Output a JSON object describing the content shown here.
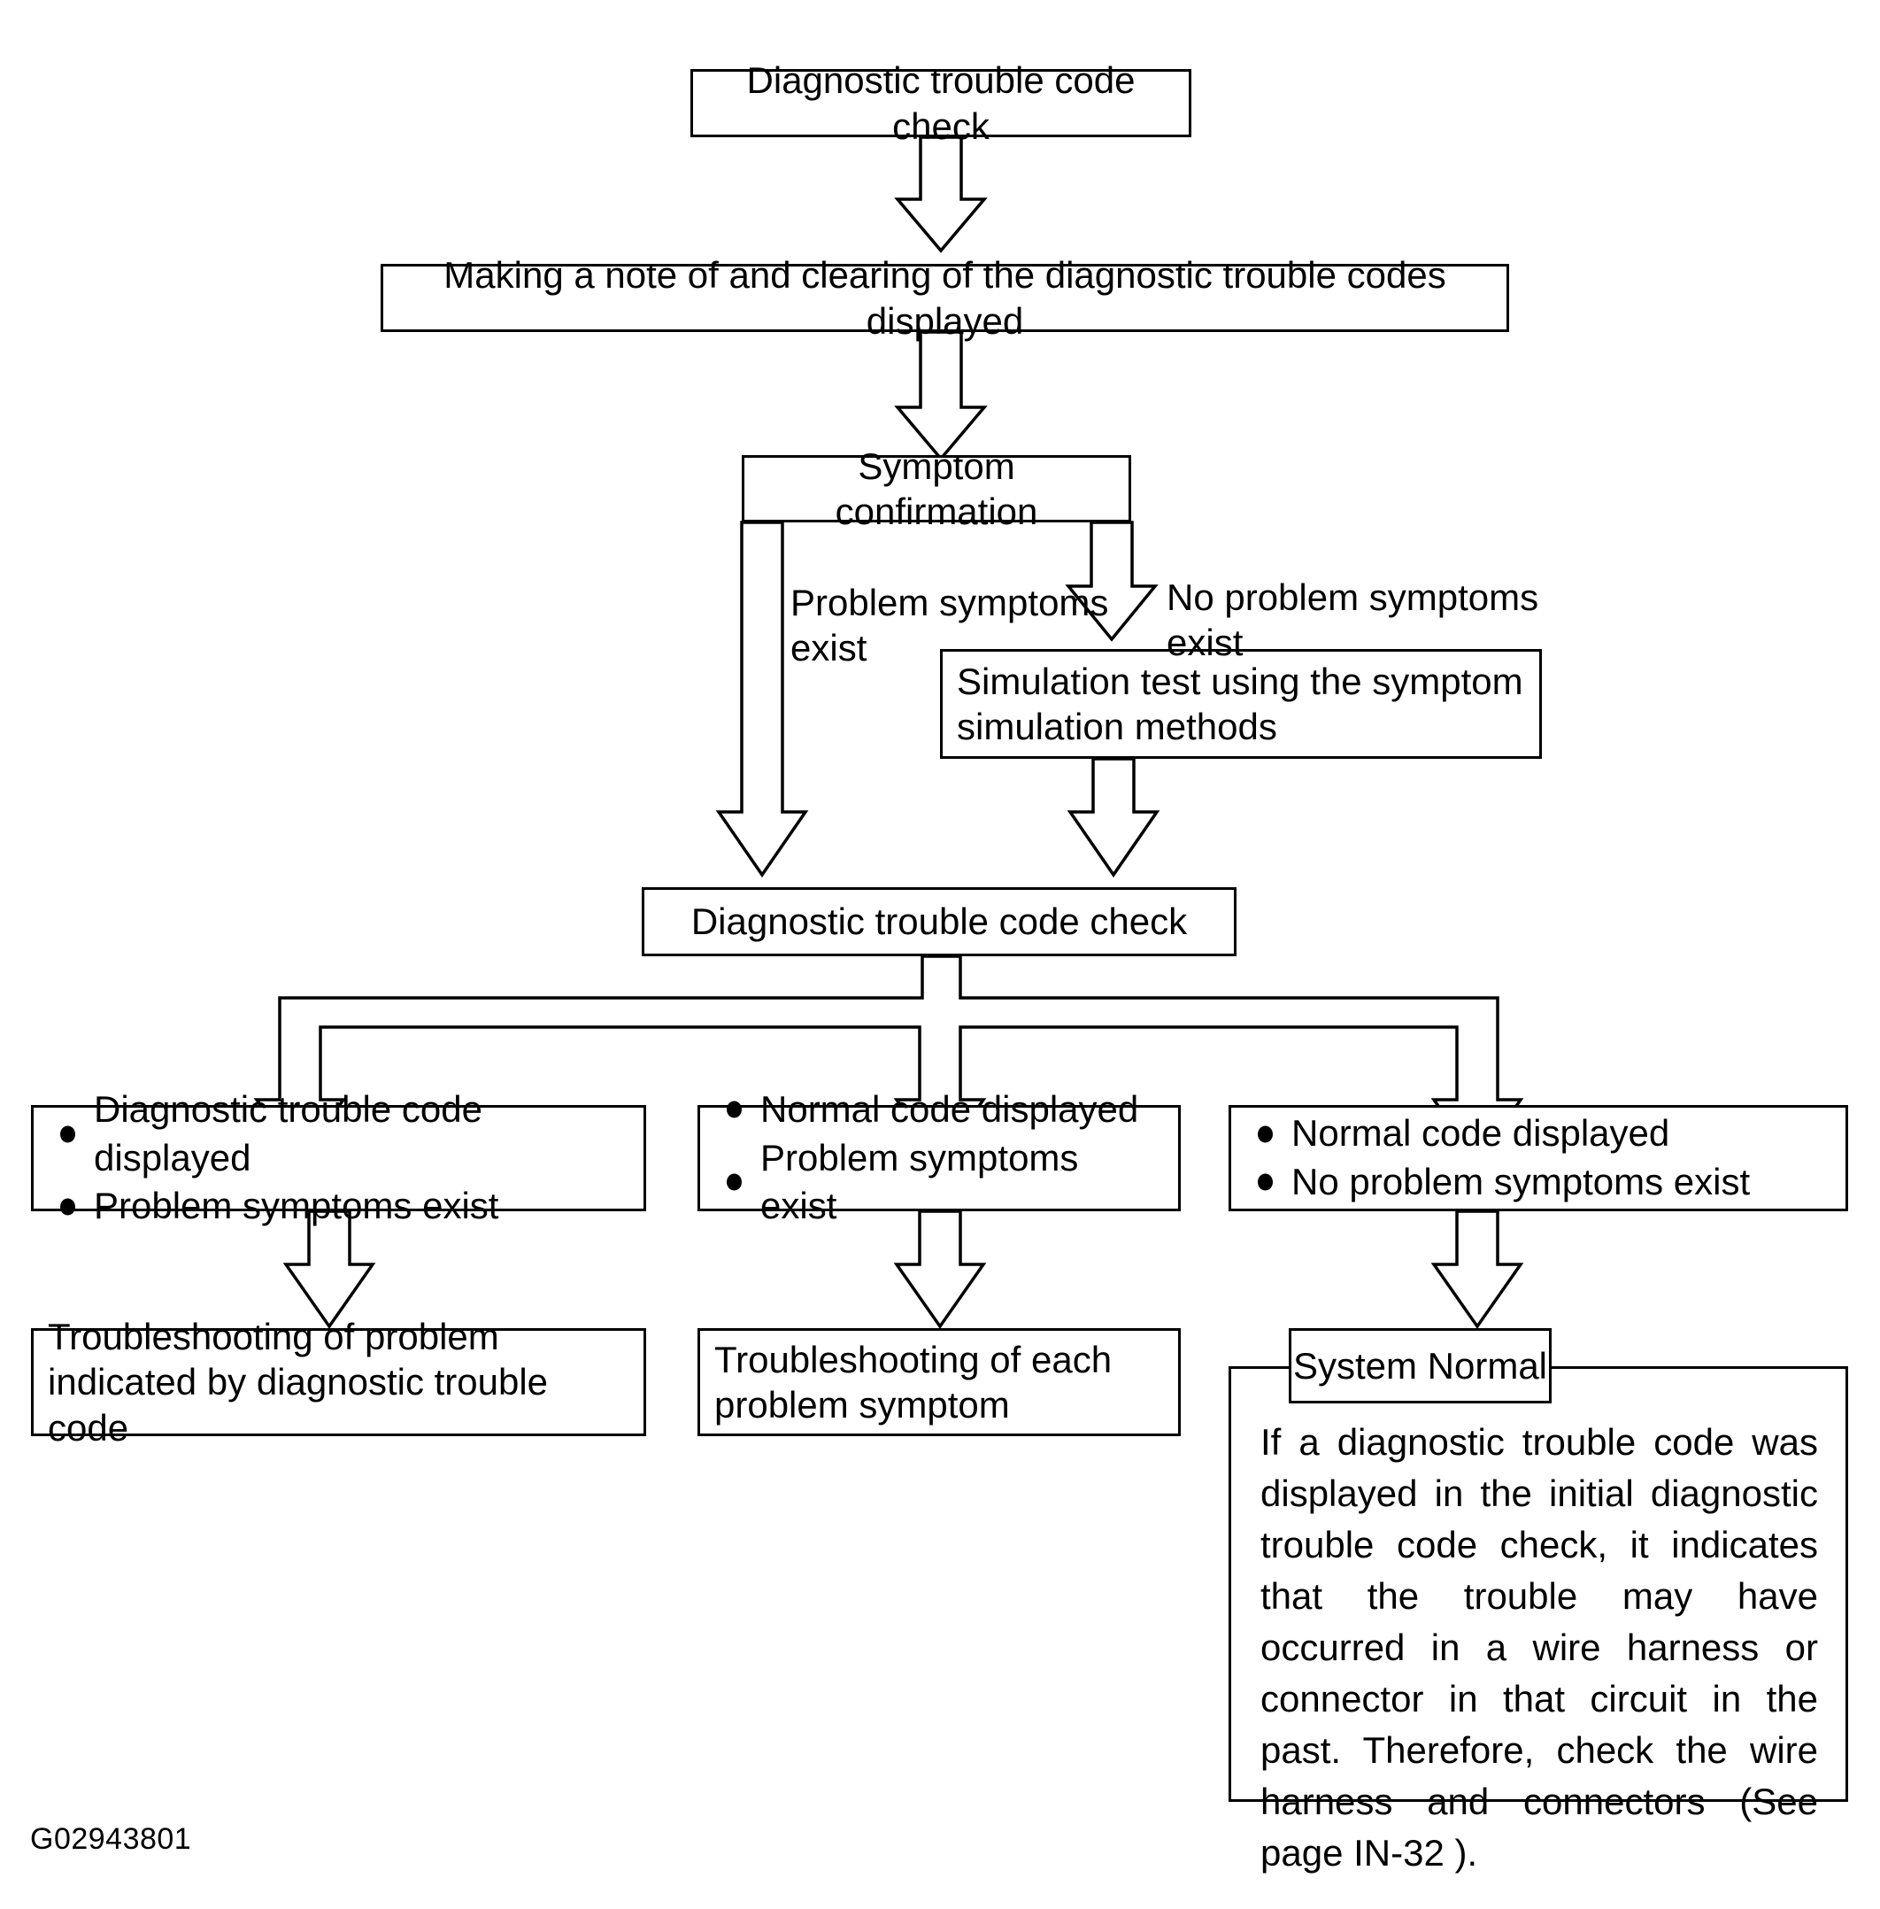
{
  "diagram": {
    "title_code": "G02943801",
    "nodes": {
      "dtc_check_1": "Diagnostic trouble code check",
      "making_note": "Making a note of and clearing of the diagnostic trouble codes displayed",
      "symptom_confirmation": "Symptom confirmation",
      "simulation_test": "Simulation test using the symptom simulation methods",
      "dtc_check_2": "Diagnostic trouble code check",
      "outcome_left": {
        "bullets": [
          "Diagnostic trouble code displayed",
          "Problem symptoms exist"
        ]
      },
      "outcome_middle": {
        "bullets": [
          "Normal code displayed",
          "Problem symptoms exist"
        ]
      },
      "outcome_right": {
        "bullets": [
          "Normal code displayed",
          "No problem symptoms exist"
        ]
      },
      "result_left": "Troubleshooting of problem indicated by diagnostic trouble code",
      "result_middle": "Troubleshooting of each problem symptom",
      "result_right_tag": "System Normal",
      "result_right_body": "If a diagnostic trouble code was displayed in the initial diagnostic trouble code check, it indicates that the trouble may have occurred in a wire harness or connector in that circuit in the past. Therefore, check the wire harness and connectors (See page IN-32 )."
    },
    "edge_labels": {
      "problem_symptoms_exist": "Problem symptoms\nexist",
      "no_problem_symptoms_exist": "No problem symptoms\nexist"
    },
    "colors": {
      "stroke": "#000000",
      "fill": "#ffffff",
      "text": "#000000"
    }
  }
}
